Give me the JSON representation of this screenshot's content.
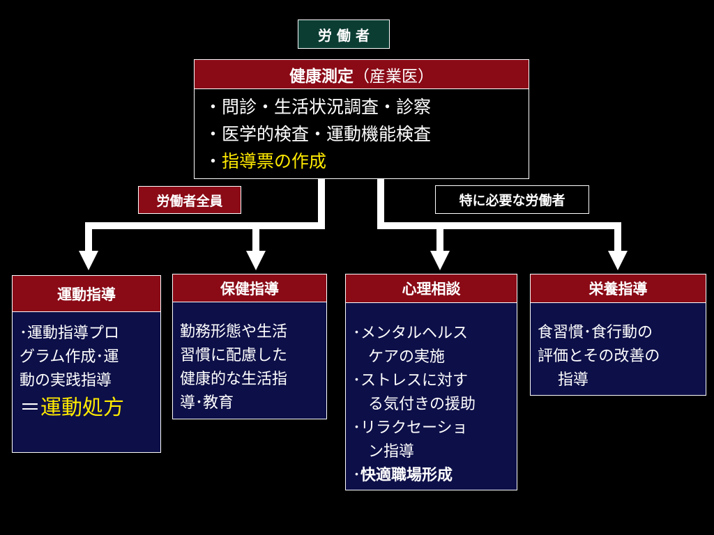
{
  "top_label": "労 働 者",
  "health": {
    "title_bold": "健康測定",
    "title_rest": "（産業医）",
    "lines": [
      "・問診・生活状況調査・診察",
      "・医学的検査・運動機能検査"
    ],
    "highlight_bullet": "・",
    "highlight_text": "指導票の作成"
  },
  "branch_all": "労働者全員",
  "branch_special": "特に必要な労働者",
  "exercise": {
    "title": "運動指導",
    "lines": [
      "･運動指導プロ",
      "グラム作成･運",
      "動の実践指導"
    ],
    "prescription_prefix": "＝",
    "prescription": "運動処方"
  },
  "health_guidance": {
    "title": "保健指導",
    "lines": [
      "勤務形態や生活",
      "習慣に配慮した",
      "健康的な生活指",
      "導･教育"
    ]
  },
  "counseling": {
    "title": "心理相談",
    "lines": [
      "･メンタルヘルス",
      "　ケアの実施",
      "･ストレスに対す",
      "　る気付きの援助",
      "･リラクセーショ",
      "　ン指導"
    ],
    "last_bullet": "･",
    "last_bold": "快適職場形成"
  },
  "nutrition": {
    "title": "栄養指導",
    "lines": [
      "食習慣･食行動の",
      "評価とその改善の",
      "　 指導"
    ]
  },
  "colors": {
    "box_header": "#8a0a16",
    "box_body": "#0d0f48",
    "top_tag": "#0b3d33",
    "highlight": "#ffea00"
  }
}
